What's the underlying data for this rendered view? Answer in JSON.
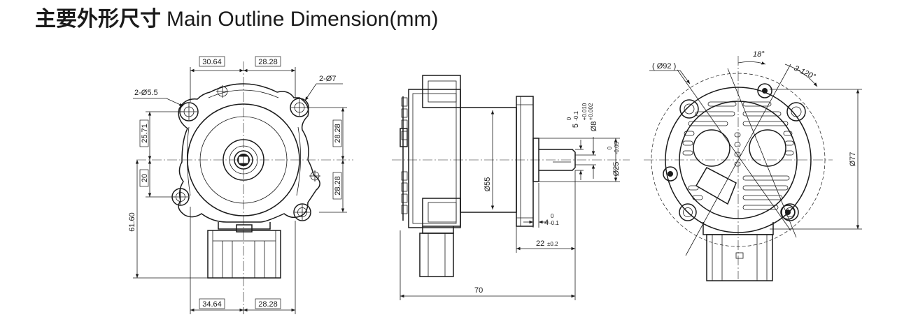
{
  "title": {
    "zh": "主要外形尺寸",
    "en": "Main Outline Dimension(mm)"
  },
  "front_view": {
    "top_left_width": "30.64",
    "top_right_width": "28.28",
    "mount_hole_left": "2-Ø5.5",
    "mount_hole_right": "2-Ø7",
    "left_upper": "25.71",
    "left_lower": "20",
    "right_upper": "28.28",
    "right_lower": "28.28",
    "overall_height": "61.60",
    "bottom_left_width": "34.64",
    "bottom_right_width": "28.28"
  },
  "side_view": {
    "body_dia": "Ø55",
    "shaft_step": "5",
    "shaft_step_tol_top": "0",
    "shaft_step_tol_bot": "-0.1",
    "shaft_dia": "Ø8",
    "shaft_dia_tol_top": "+0.010",
    "shaft_dia_tol_bot": "+0.002",
    "pilot_dia": "Ø25",
    "pilot_dia_tol_top": "0",
    "pilot_dia_tol_bot": "-0.05",
    "flange_thk": "4",
    "flange_thk_tol_top": "0",
    "flange_thk_tol_bot": "-0.1",
    "shaft_len": "22",
    "shaft_len_tol": "±0.2",
    "overall_len": "70"
  },
  "rear_view": {
    "bolt_circle": "( Ø92 )",
    "angle_offset": "18°",
    "holes_pattern": "3-120°",
    "housing_dia": "Ø77"
  }
}
